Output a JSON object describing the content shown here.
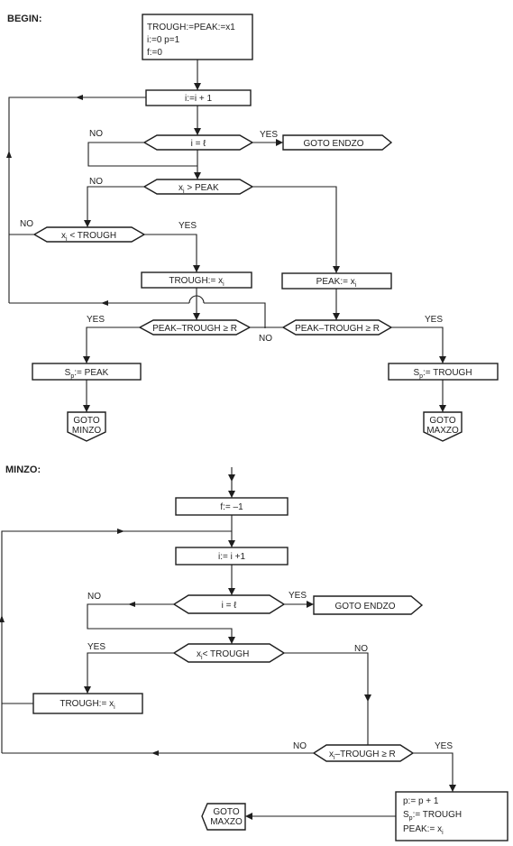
{
  "sections": {
    "begin": "BEGIN:",
    "minzo": "MINZO:"
  },
  "begin": {
    "init": [
      "TROUGH:=PEAK:=x1",
      "i:=0 p=1",
      "f:=0"
    ],
    "inc": "i:=i + 1",
    "test_end": "i = ℓ",
    "goto_endzo": "GOTO ENDZO",
    "test_peak": {
      "pre": "x",
      "sub": "i",
      "post": " > PEAK"
    },
    "test_trough": {
      "pre": "x",
      "sub": "i",
      "post": " < TROUGH"
    },
    "set_trough": {
      "pre": "TROUGH:= x",
      "sub": "i"
    },
    "set_peak": {
      "pre": "PEAK:= x",
      "sub": "i"
    },
    "test_range_left": "PEAK–TROUGH ≥ R",
    "test_range_right": "PEAK–TROUGH ≥ R",
    "sp_peak": {
      "pre": "S",
      "sub": "p",
      "post": ":= PEAK"
    },
    "sp_trough": {
      "pre": "S",
      "sub": "p",
      "post": ":= TROUGH"
    },
    "goto_minzo": [
      "GOTO",
      "MINZO"
    ],
    "goto_maxzo": [
      "GOTO",
      "MAXZO"
    ],
    "labels": {
      "no_end": "NO",
      "yes_end": "YES",
      "no_peak": "NO",
      "no_trough": "NO",
      "yes_trough": "YES",
      "yes_range_left": "YES",
      "no_range": "NO",
      "yes_range_right": "YES"
    }
  },
  "minzo": {
    "set_f": "f:= –1",
    "inc": "i:= i +1",
    "test_end": "i = ℓ",
    "goto_endzo": "GOTO ENDZO",
    "test_trough": {
      "pre": "x",
      "sub": "i",
      "post": "< TROUGH"
    },
    "set_trough": {
      "pre": "TROUGH:= x",
      "sub": "i"
    },
    "test_range": {
      "pre": "x",
      "sub": "i",
      "post": "–TROUGH ≥ R"
    },
    "final": {
      "line1": "p:= p + 1",
      "line2": {
        "pre": "S",
        "sub": "p",
        "post": ":= TROUGH"
      },
      "line3": {
        "pre": "PEAK:= x",
        "sub": "i"
      }
    },
    "goto_maxzo": [
      "GOTO",
      "MAXZO"
    ],
    "labels": {
      "no_end": "NO",
      "yes_end": "YES",
      "yes_trough": "YES",
      "no_trough": "NO",
      "no_range": "NO",
      "yes_range": "YES"
    }
  },
  "colors": {
    "ink": "#1e1e1e",
    "paper": "#ffffff"
  }
}
